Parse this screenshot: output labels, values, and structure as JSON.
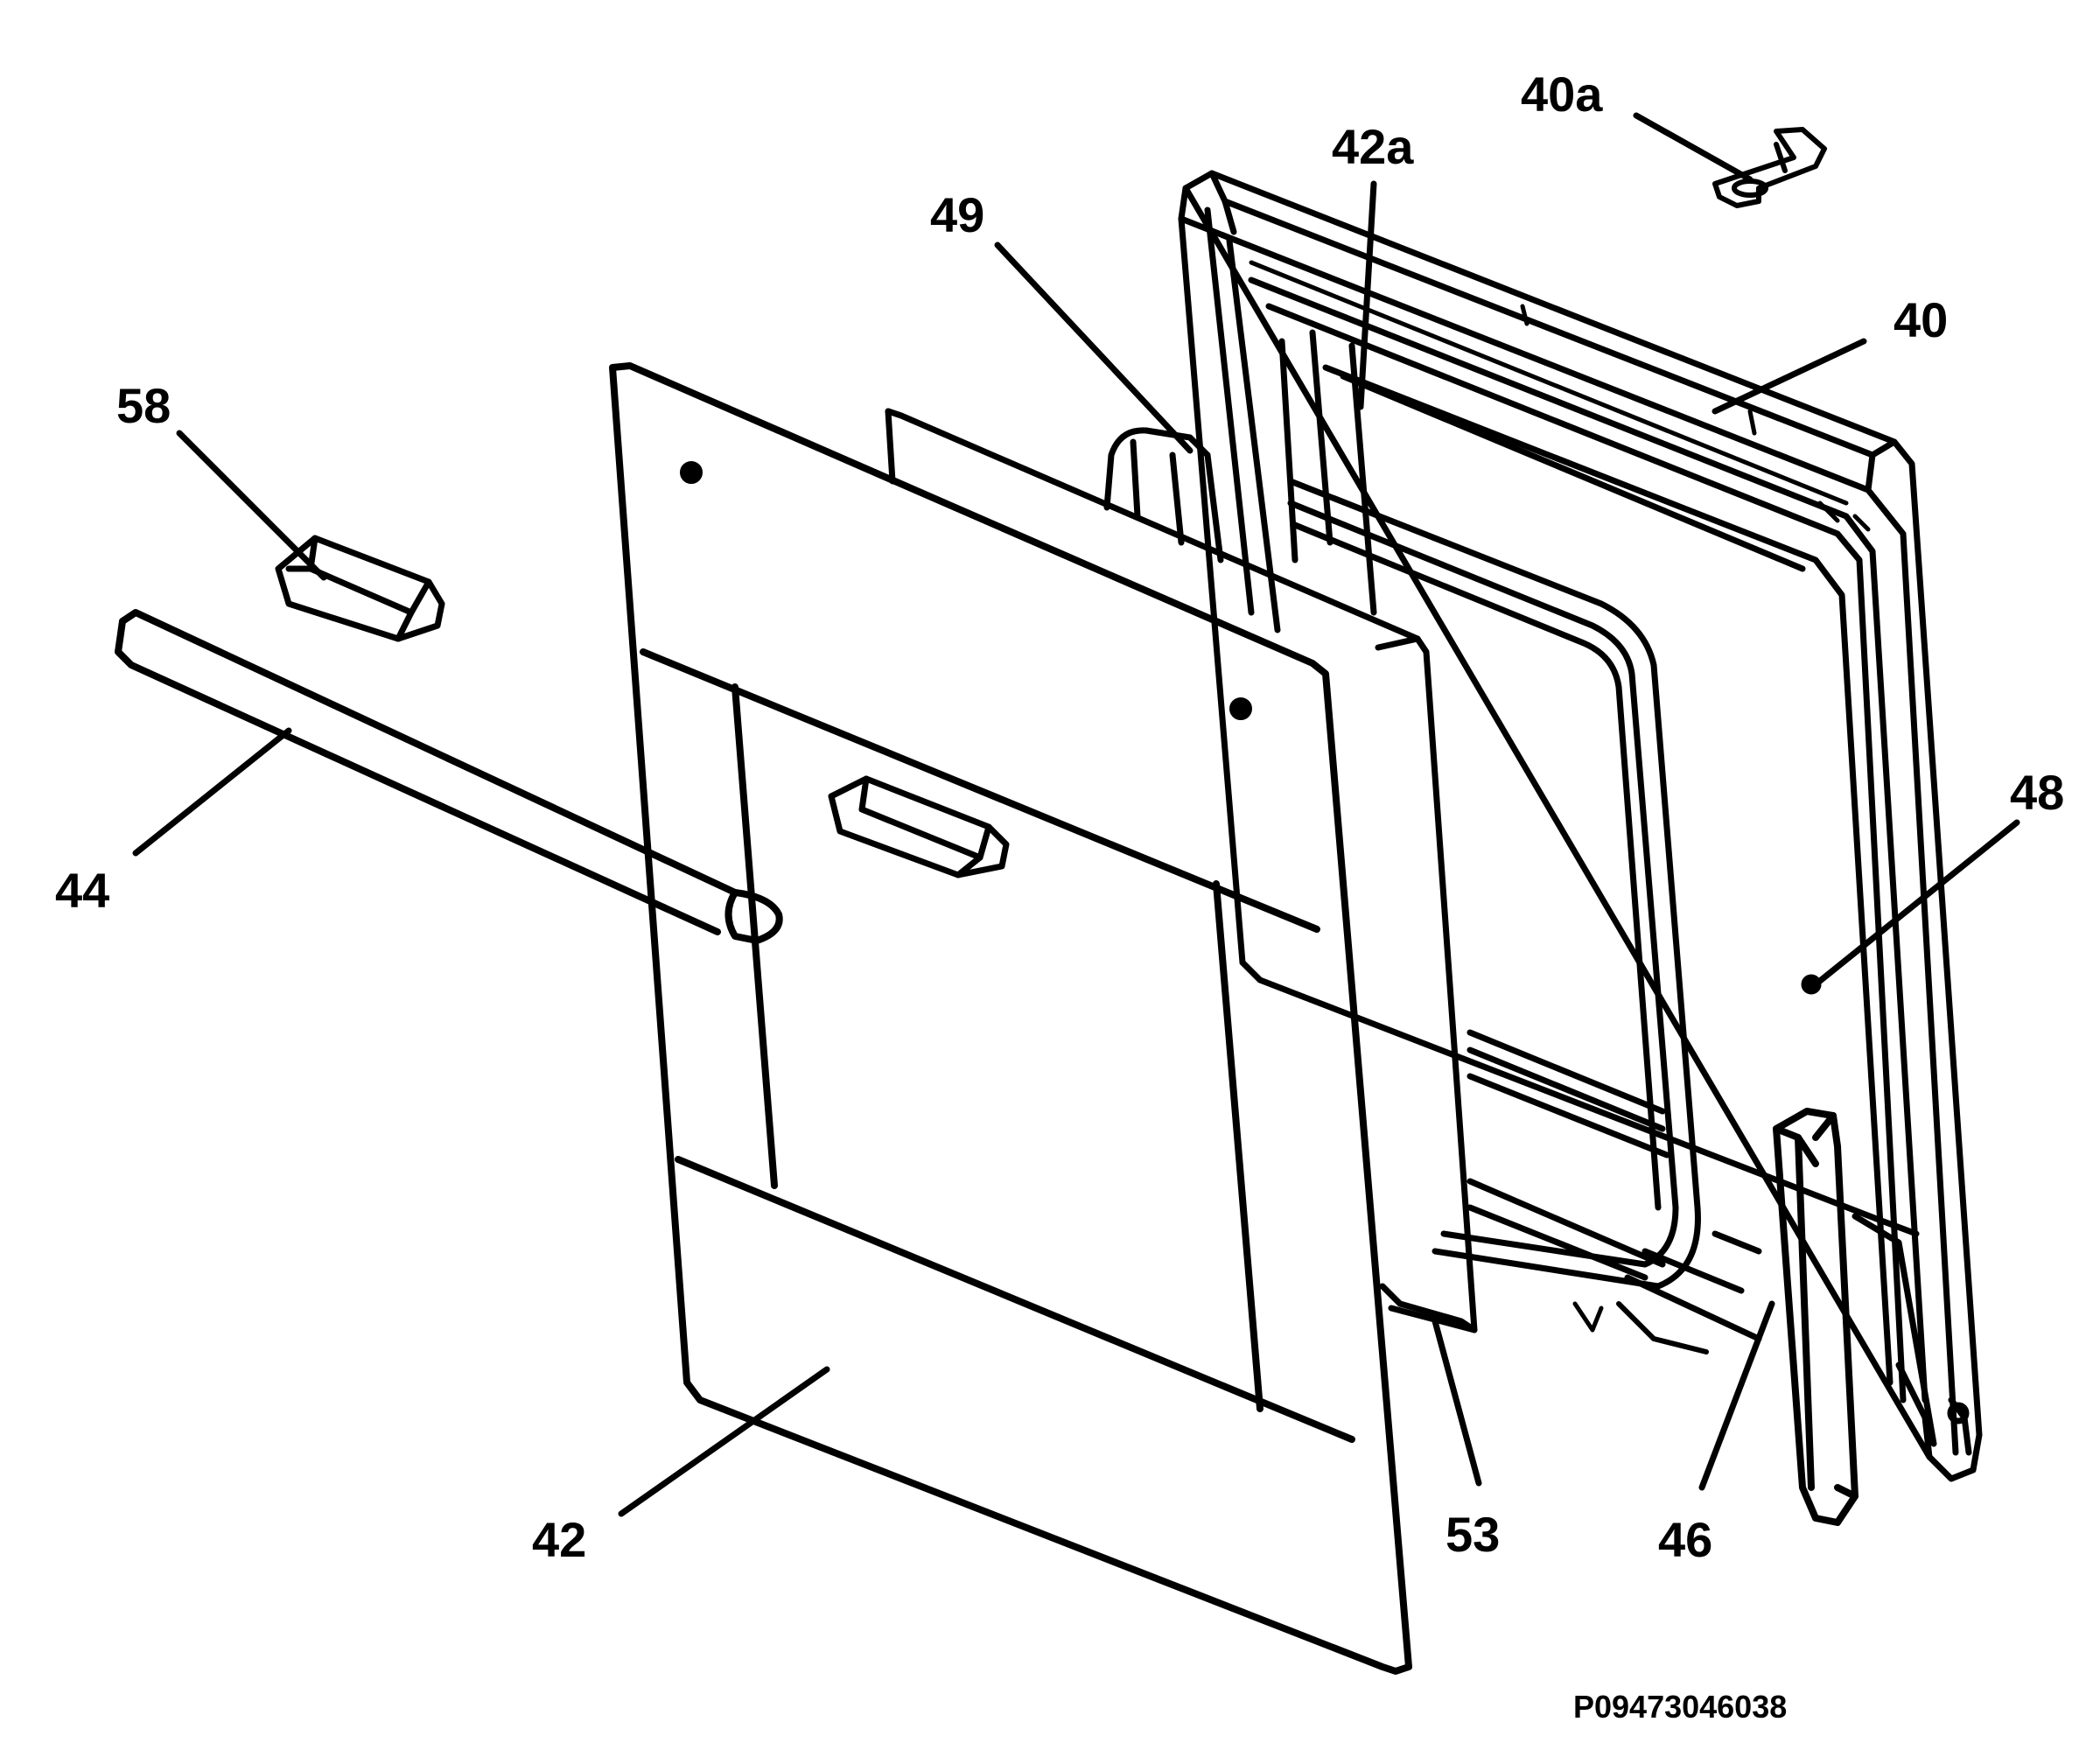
{
  "diagram": {
    "part_labels": {
      "p40a": "40a",
      "p42a": "42a",
      "p49": "49",
      "p40": "40",
      "p58": "58",
      "p44": "44",
      "p48": "48",
      "p42": "42",
      "p53": "53",
      "p46": "46"
    },
    "drawing_code": "P09473046038",
    "colors": {
      "line": "#000000",
      "background": "#ffffff"
    }
  }
}
